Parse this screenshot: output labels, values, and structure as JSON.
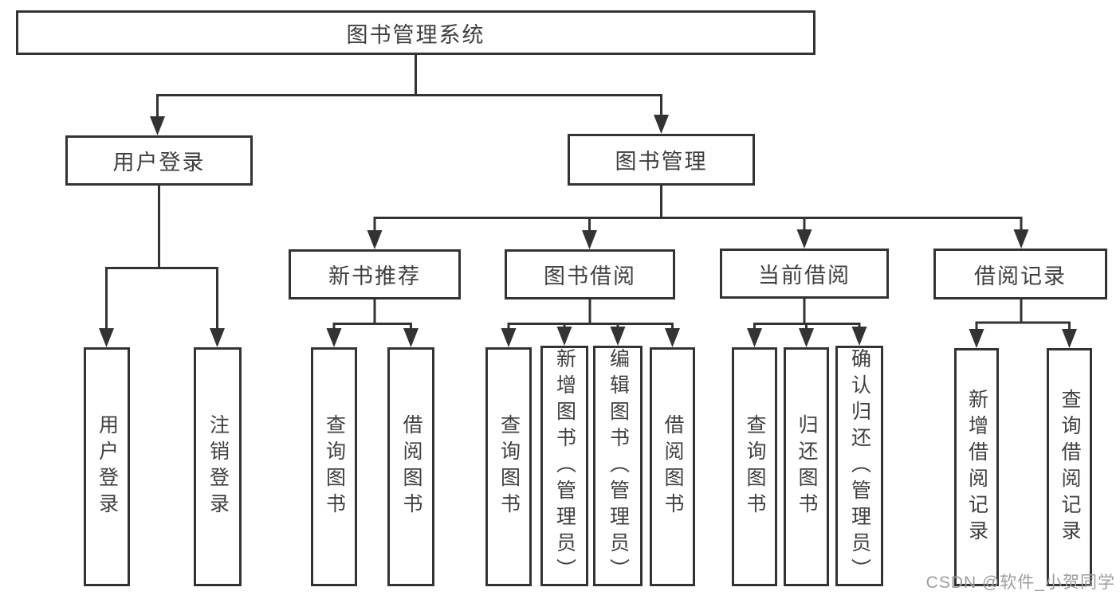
{
  "diagram": {
    "root": {
      "label": "图书管理系统"
    },
    "branches": [
      {
        "label": "用户登录",
        "children": [
          {
            "label": "用户登录"
          },
          {
            "label": "注销登录"
          }
        ]
      },
      {
        "label": "图书管理",
        "groups": [
          {
            "label": "新书推荐",
            "children": [
              {
                "label": "查询图书"
              },
              {
                "label": "借阅图书"
              }
            ]
          },
          {
            "label": "图书借阅",
            "children": [
              {
                "label": "查询图书"
              },
              {
                "label": "新增图书（管理员）"
              },
              {
                "label": "编辑图书（管理员）"
              },
              {
                "label": "借阅图书"
              }
            ]
          },
          {
            "label": "当前借阅",
            "children": [
              {
                "label": "查询图书"
              },
              {
                "label": "归还图书"
              },
              {
                "label": "确认归还（管理员）"
              }
            ]
          },
          {
            "label": "借阅记录",
            "children": [
              {
                "label": "新增借阅记录"
              },
              {
                "label": "查询借阅记录"
              }
            ]
          }
        ]
      }
    ]
  },
  "watermark": {
    "text": "CSDN @软件_小贺同学"
  },
  "colors": {
    "line": "#333333",
    "text": "#3f3f3f",
    "watermark": "#9c9c9c",
    "background": "#ffffff",
    "box_fill": "#ffffff"
  }
}
